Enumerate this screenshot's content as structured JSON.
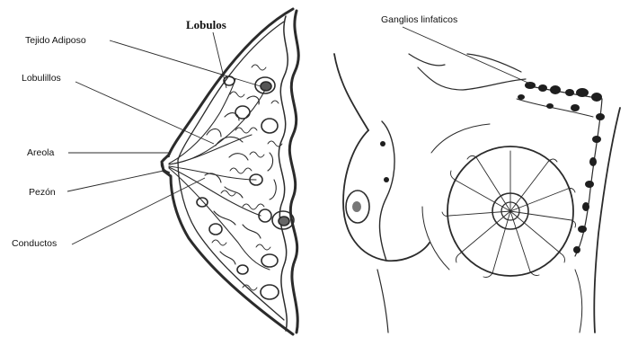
{
  "labels": {
    "lobulos": "Lobulos",
    "tejido_adiposo": "Tejido Adiposo",
    "lobulillos": "Lobulillos",
    "areola": "Areola",
    "pezon": "Pezón",
    "conductos": "Conductos",
    "ganglios": "Ganglios linfaticos"
  }
}
